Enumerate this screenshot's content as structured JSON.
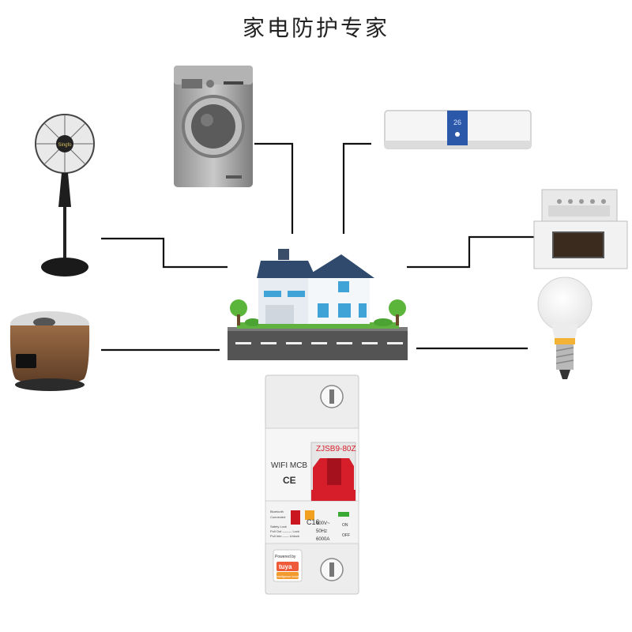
{
  "title": "家电防护专家",
  "breaker": {
    "model": "ZJSB9-80Z",
    "type_label": "WIFI MCB",
    "cert_mark": "CE",
    "rating": "C16",
    "voltage": "400V~",
    "frequency": "50Hz",
    "capacity": "6000A",
    "on_label": "ON",
    "off_label": "OFF",
    "bluetooth_label": "Bluetooth",
    "connected_label": "Connected",
    "safety_lock_label": "Safety Lock",
    "lock_line_1": "Pull Out ——— Lock",
    "lock_line_2": "Pull Into —— Unlock",
    "powered_by": "Powered by",
    "tuya_brand": "tuya",
    "tuya_tagline": "Intelligence Inside"
  },
  "appliances": [
    "washing-machine",
    "air-conditioner",
    "stand-fan",
    "oven",
    "rice-cooker",
    "light-bulb"
  ],
  "colors": {
    "breaker_red": "#d61d2a",
    "roof_blue": "#2f4a6d",
    "road": "#555555",
    "tree": "#5bb53a",
    "tuya_orange": "#ef5a3b"
  }
}
